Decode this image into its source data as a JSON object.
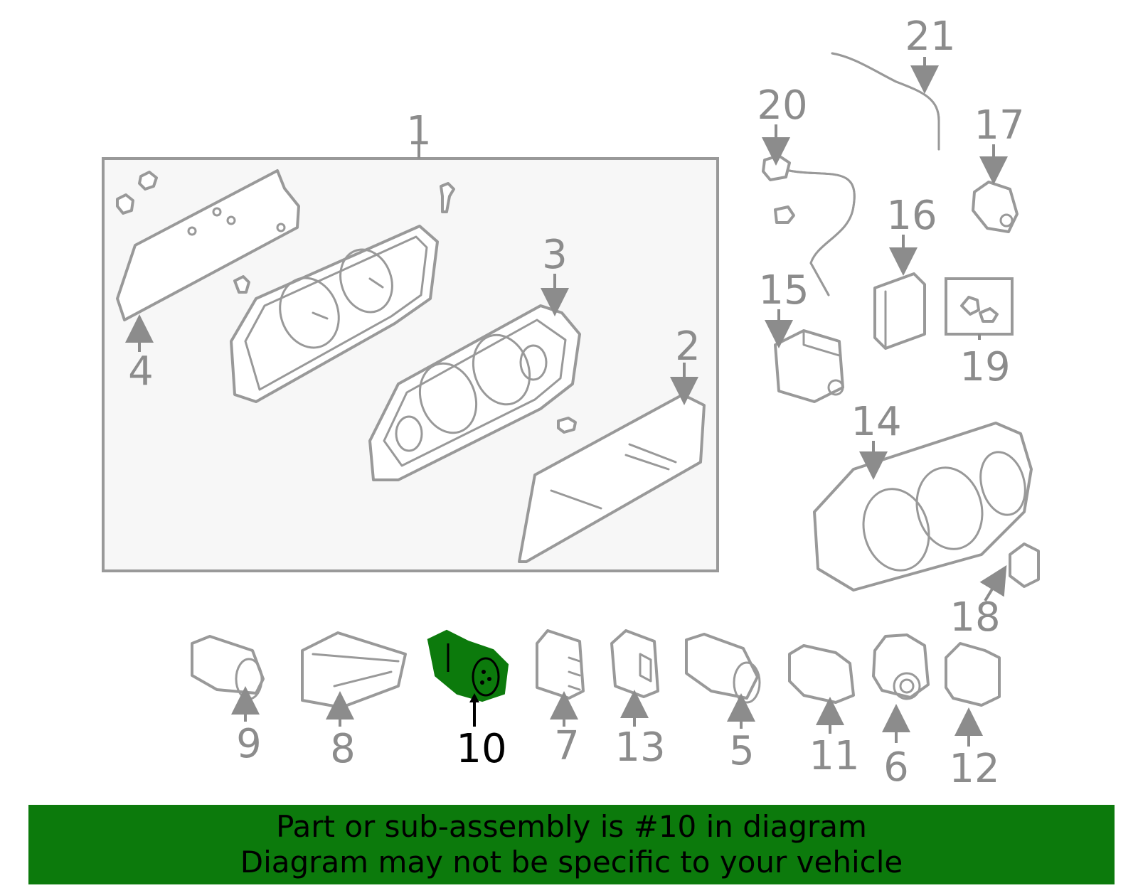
{
  "callouts": [
    "1",
    "2",
    "3",
    "4",
    "5",
    "6",
    "7",
    "8",
    "9",
    "10",
    "11",
    "12",
    "13",
    "14",
    "15",
    "16",
    "17",
    "18",
    "19",
    "20",
    "21"
  ],
  "highlighted_part": "10",
  "colors": {
    "highlight": "#0c7a0c",
    "part_line": "#999999",
    "label": "#8c8c8c",
    "selected_label": "#000000",
    "box_fill": "#f7f7f7"
  },
  "banner": {
    "line1": "Part or sub-assembly is #10 in diagram",
    "line2": "Diagram may not be specific to your vehicle"
  }
}
